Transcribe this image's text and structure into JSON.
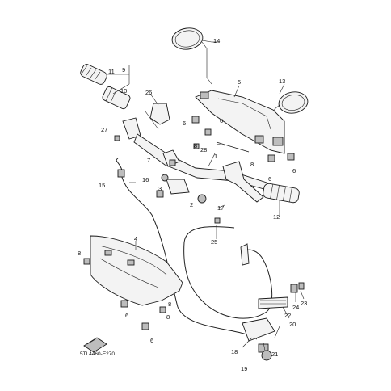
{
  "diagram": {
    "code": "5TL4460-E270",
    "callouts": [
      {
        "id": "c1",
        "label": "1"
      },
      {
        "id": "c2",
        "label": "2"
      },
      {
        "id": "c3",
        "label": "3"
      },
      {
        "id": "c4",
        "label": "4"
      },
      {
        "id": "c5",
        "label": "5"
      },
      {
        "id": "c6a",
        "label": "6"
      },
      {
        "id": "c6b",
        "label": "6"
      },
      {
        "id": "c6c",
        "label": "6"
      },
      {
        "id": "c6d",
        "label": "6"
      },
      {
        "id": "c6e",
        "label": "6"
      },
      {
        "id": "c6f",
        "label": "6"
      },
      {
        "id": "c7",
        "label": "7"
      },
      {
        "id": "c8a",
        "label": "8"
      },
      {
        "id": "c8b",
        "label": "8"
      },
      {
        "id": "c8c",
        "label": "8"
      },
      {
        "id": "c8d",
        "label": "8"
      },
      {
        "id": "c8e",
        "label": "8"
      },
      {
        "id": "c9",
        "label": "9"
      },
      {
        "id": "c10",
        "label": "10"
      },
      {
        "id": "c11",
        "label": "11"
      },
      {
        "id": "c12",
        "label": "12"
      },
      {
        "id": "c13",
        "label": "13"
      },
      {
        "id": "c14",
        "label": "14"
      },
      {
        "id": "c15",
        "label": "15"
      },
      {
        "id": "c16",
        "label": "16"
      },
      {
        "id": "c17",
        "label": "17"
      },
      {
        "id": "c18",
        "label": "18"
      },
      {
        "id": "c19",
        "label": "19"
      },
      {
        "id": "c20",
        "label": "20"
      },
      {
        "id": "c21",
        "label": "21"
      },
      {
        "id": "c22",
        "label": "22"
      },
      {
        "id": "c23",
        "label": "23"
      },
      {
        "id": "c24",
        "label": "24"
      },
      {
        "id": "c25",
        "label": "25"
      },
      {
        "id": "c26",
        "label": "26"
      },
      {
        "id": "c27",
        "label": "27"
      },
      {
        "id": "c28",
        "label": "28"
      }
    ]
  }
}
